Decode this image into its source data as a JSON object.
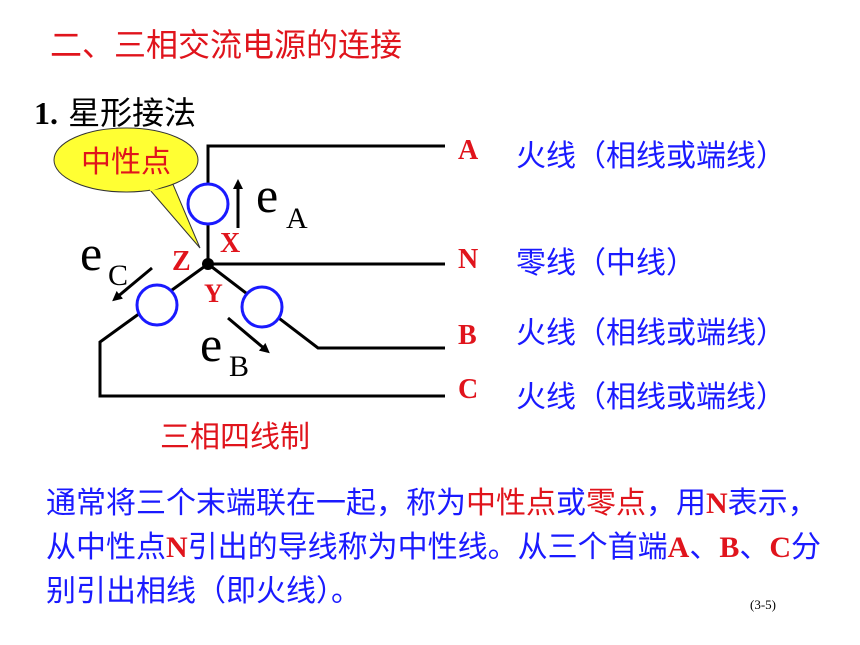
{
  "title": "二、三相交流电源的连接",
  "subtitle": {
    "number": "1.",
    "text": "星形接法"
  },
  "callout": "中性点",
  "lines": [
    {
      "letter": "A",
      "desc": "火线（相线或端线）"
    },
    {
      "letter": "N",
      "desc": "零线（中线）"
    },
    {
      "letter": "B",
      "desc": "火线（相线或端线）"
    },
    {
      "letter": "C",
      "desc": "火线（相线或端线）"
    }
  ],
  "node_labels": {
    "x": "X",
    "y": "Y",
    "z": "Z"
  },
  "emf": {
    "a": {
      "e": "e",
      "sub": "A"
    },
    "b": {
      "e": "e",
      "sub": "B"
    },
    "c": {
      "e": "e",
      "sub": "C"
    }
  },
  "caption": "三相四线制",
  "paragraph": {
    "p1": "通常将三个末端联在一起，称为",
    "h1": "中性点",
    "p2": "或",
    "h2": "零点",
    "p3": "，用",
    "b1": "N",
    "p4": "表示，从中性点",
    "b2": "N",
    "p5": "引出的导线称为中性线。从三个首端",
    "b3": "A",
    "p6": "、",
    "b4": "B",
    "p7": "、",
    "b5": "C",
    "p8": "分别引出相线（即火线）。"
  },
  "page_number": "(3-5)",
  "colors": {
    "red": "#e0141c",
    "blue": "#1a1aff",
    "callout_fill": "#ffff33"
  }
}
